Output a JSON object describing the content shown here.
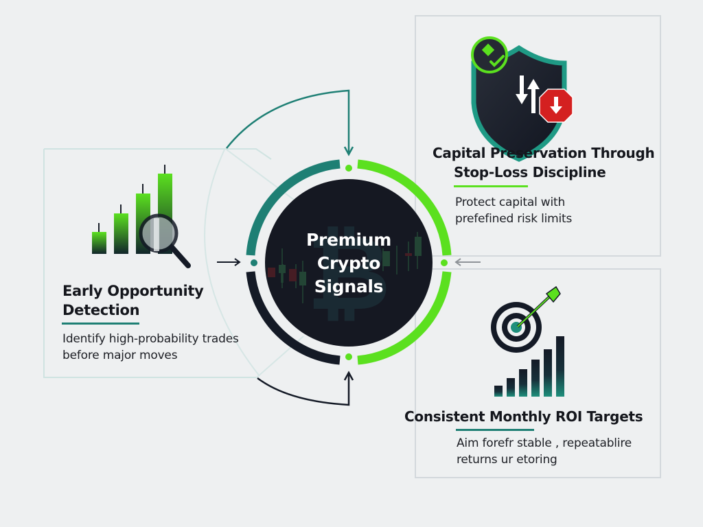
{
  "hub": {
    "title_line1": "Premium",
    "title_line2": "Crypto",
    "title_line3": "Signals",
    "icon": "bitcoin-candlestick-icon"
  },
  "cards": [
    {
      "id": "early-opportunity",
      "title_line1": "Early Opportunity",
      "title_line2": "Detection",
      "desc_line1": "Identify high-probability trades",
      "desc_line2": "before major moves",
      "icon": "candlestick-magnifier-icon",
      "accent": "#1e7f74"
    },
    {
      "id": "capital-preservation",
      "title_line1": "Capital Preservation Through",
      "title_line2": "Stop-Loss Discipline",
      "desc_line1": "Protect capital with",
      "desc_line2": "prefefined risk limits",
      "icon": "shield-stop-loss-icon",
      "accent": "#5be01f"
    },
    {
      "id": "monthly-roi",
      "title_line1": "Consistent Monthly ROI Targets",
      "desc_line1": "Aim forefr stable , repeatablire",
      "desc_line2": "returns ur etoring",
      "icon": "target-bar-chart-icon",
      "accent": "#1e7f74"
    }
  ],
  "colors": {
    "background": "#eef0f1",
    "teal": "#1e7f74",
    "lime": "#5be01f",
    "navy": "#141a26",
    "red": "#d42020",
    "box_border": "#cfe0df",
    "box_border_gray": "#d3d8dc"
  }
}
